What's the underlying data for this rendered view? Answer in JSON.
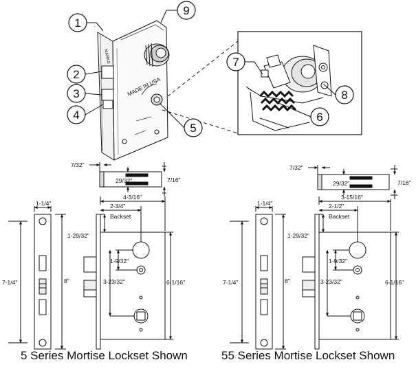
{
  "exploded_view": {
    "callouts": [
      "1",
      "2",
      "3",
      "4",
      "5",
      "6",
      "7",
      "8",
      "9"
    ],
    "faceplate_text": "MARKS",
    "case_text": "MADE IN USA"
  },
  "left_drawing": {
    "caption": "5 Series Mortise Lockset Shown",
    "dims": {
      "top_offset": "7/32\"",
      "latch_length": "29/32\"",
      "latch_height": "7/16\"",
      "faceplate_width": "1-1/4\"",
      "case_depth": "4-3/16\"",
      "backset": "2-3/4\"",
      "backset_label": "Backset",
      "cyl_offset": "1-29/32\"",
      "spindle_offset": "1-9/32\"",
      "lower_offset": "3-23/32\"",
      "plate_height": "7-1/4\"",
      "front_height": "8\"",
      "case_height": "6-1/16\""
    }
  },
  "right_drawing": {
    "caption": "55 Series Mortise Lockset Shown",
    "dims": {
      "top_offset": "7/32\"",
      "latch_length": "29/32\"",
      "latch_height": "7/16\"",
      "faceplate_width": "1-1/4\"",
      "case_depth": "3-15/16\"",
      "backset": "2-1/2\"",
      "backset_label": "Backset",
      "cyl_offset": "1-29/32\"",
      "spindle_offset": "1-9/32\"",
      "lower_offset": "3-23/32\"",
      "plate_height": "7-1/4\"",
      "front_height": "8\"",
      "case_height": "6-1/16\""
    }
  }
}
